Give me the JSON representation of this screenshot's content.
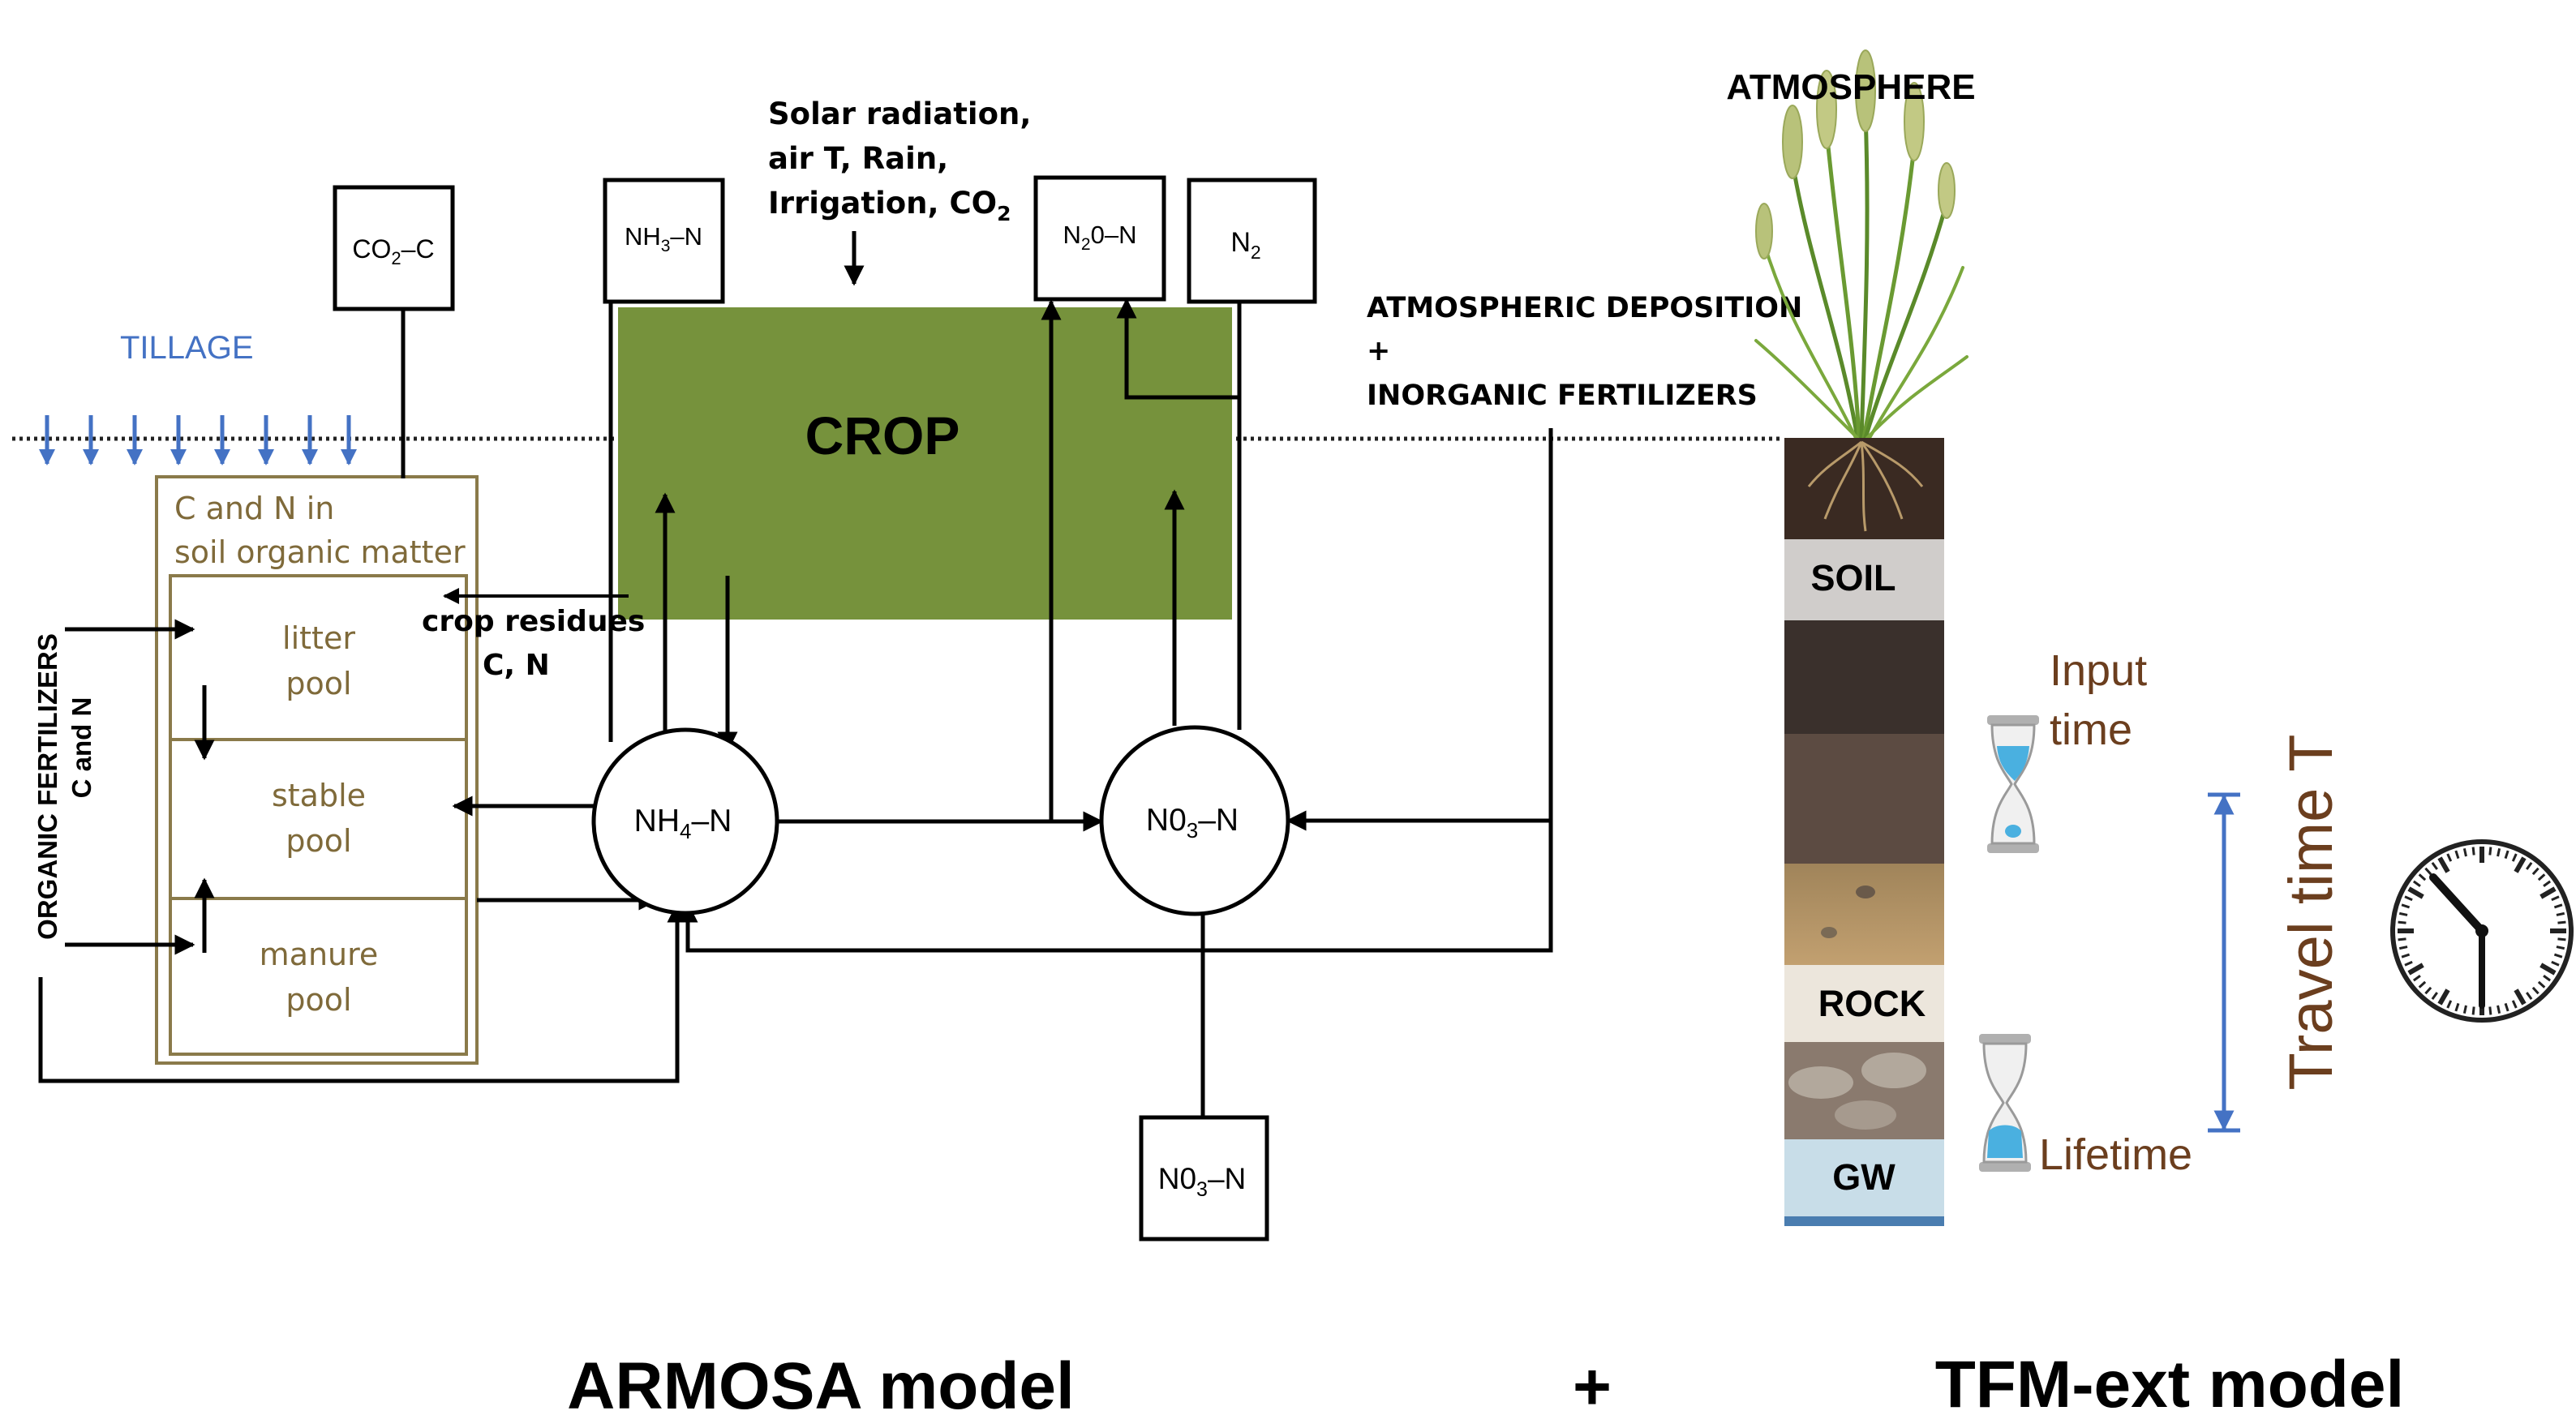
{
  "armosa": {
    "tillage": "TILLAGE",
    "soil_organic_matter": [
      "C and N in",
      "soil organic matter"
    ],
    "pools": {
      "litter": [
        "litter",
        "pool"
      ],
      "stable": [
        "stable",
        "pool"
      ],
      "manure": [
        "manure",
        "pool"
      ]
    },
    "organic_fertilizers": [
      "ORGANIC FERTILIZERS",
      "C and N"
    ],
    "crop_residues": [
      "crop residues",
      "C, N"
    ],
    "crop": "CROP",
    "co2": {
      "main": "CO",
      "sub": "2",
      "tail": "–C"
    },
    "nh3": {
      "main": "NH",
      "sub": "3",
      "tail": "–N"
    },
    "n2o": {
      "main": "N",
      "sub": "2",
      "tail": "0–N"
    },
    "n2": {
      "main": "N",
      "sub": "2"
    },
    "climate": [
      "Solar radiation,",
      "air T, Rain,",
      "Irrigation, CO",
      "2"
    ],
    "atmos_deposition": [
      "ATMOSPHERIC DEPOSITION",
      "+",
      "INORGANIC FERTILIZERS"
    ],
    "nh4": {
      "main": "NH",
      "sub": "4",
      "tail": "–N"
    },
    "no3": {
      "main": "N0",
      "sub": "3",
      "tail": "–N"
    },
    "no3_leach": {
      "main": "N0",
      "sub": "3",
      "tail": "–N"
    },
    "title": "ARMOSA model"
  },
  "plus": "+",
  "tfm": {
    "atmosphere": "ATMOSPHERE",
    "soil": "SOIL",
    "rock": "ROCK",
    "gw": "GW",
    "input_time": [
      "Input",
      "time"
    ],
    "lifetime": "Lifetime",
    "travel_time": "Travel time T",
    "title": "TFM-ext model"
  },
  "colors": {
    "crop_green": "#76923c",
    "pool_brown": "#7f6a3a",
    "tillage_blue": "#4472c4",
    "label_brown": "#6b3e1e"
  }
}
